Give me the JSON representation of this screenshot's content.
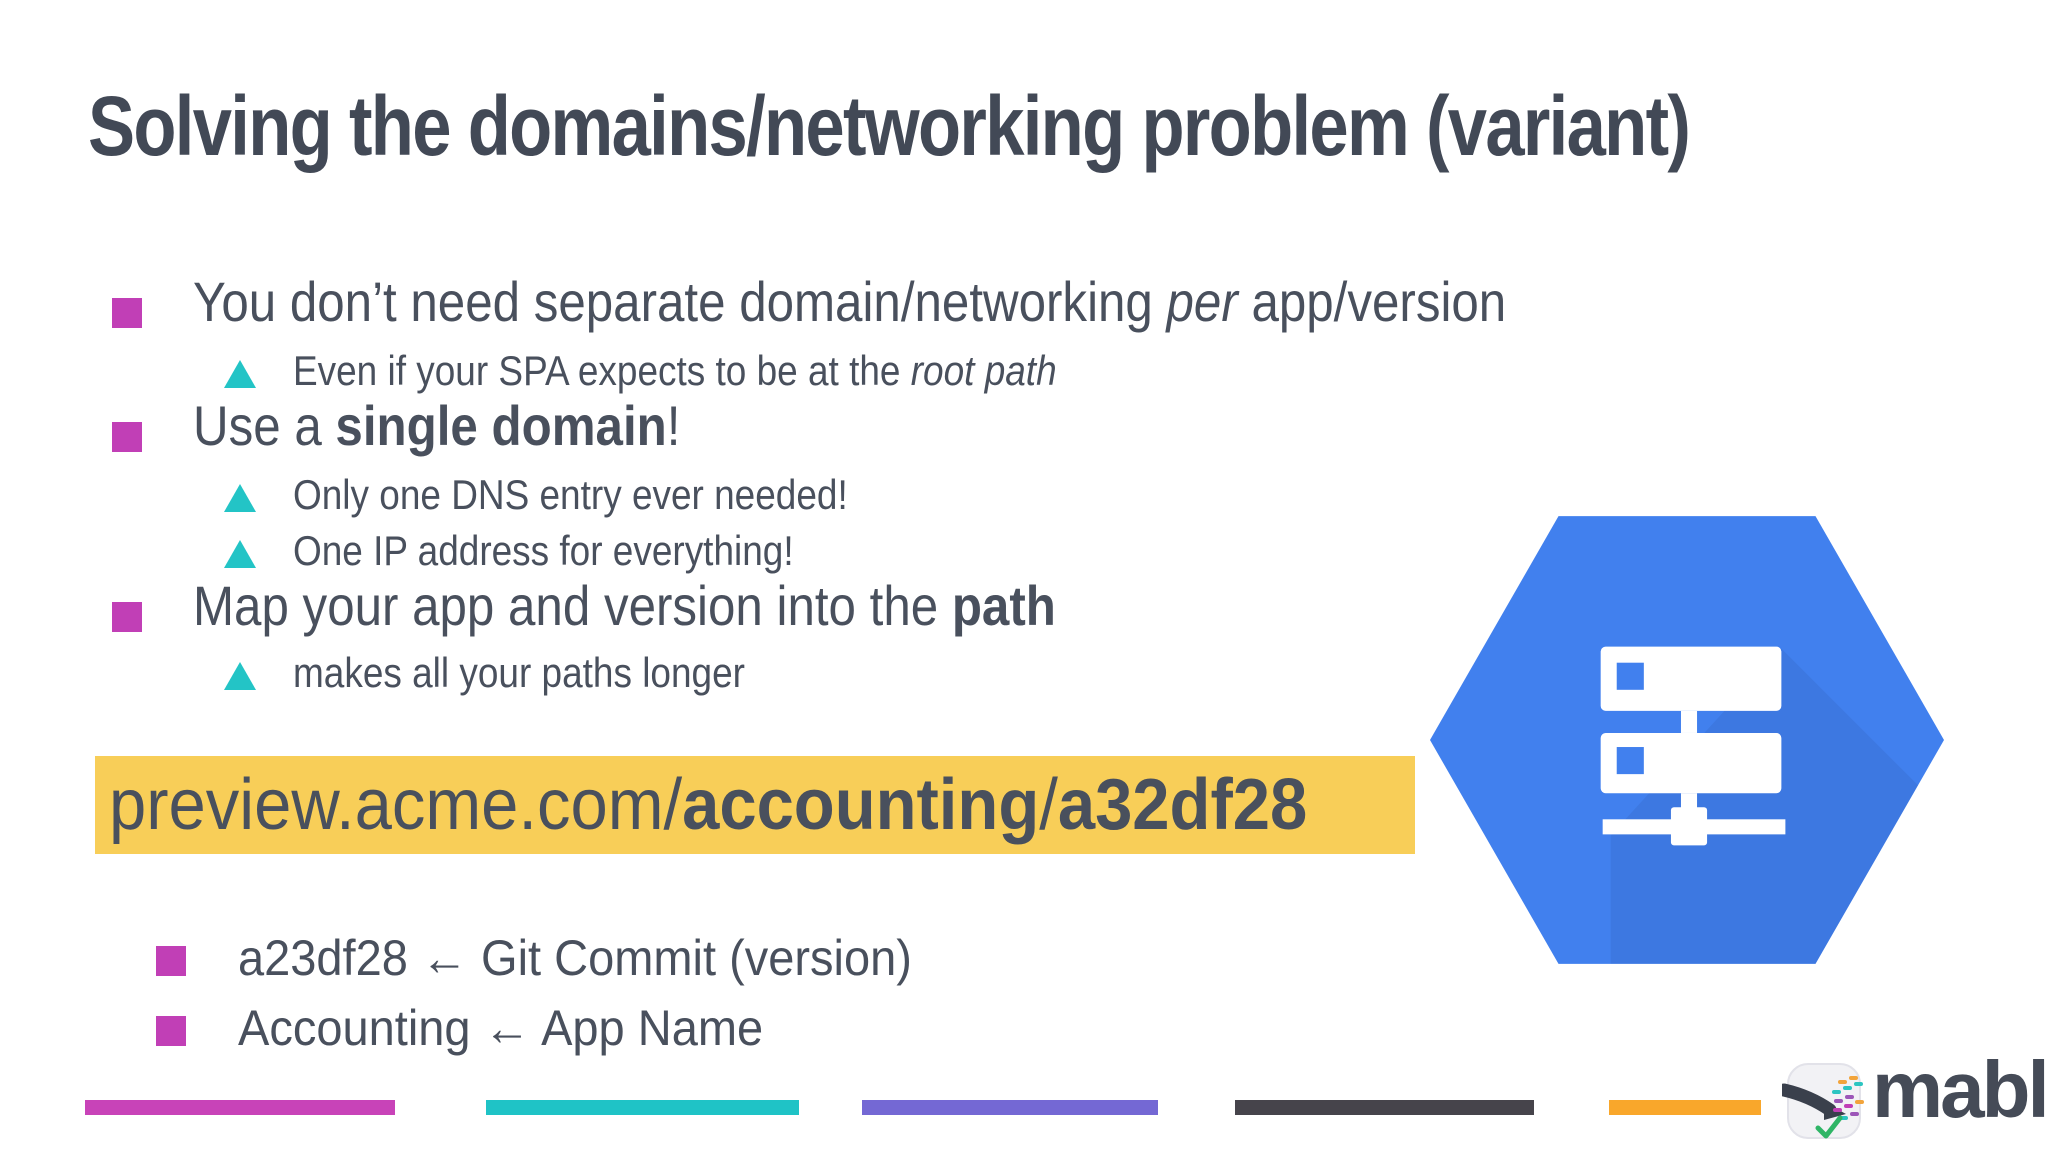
{
  "colors": {
    "ink": "#49505D",
    "titleink": "#424956",
    "magenta": "#C13FB6",
    "teal": "#23C4C6",
    "highlight": "#F8CE58",
    "hexblue": "#4180EE",
    "brandink": "#454B57"
  },
  "slide": {
    "title": "Solving the domains/networking problem (variant)",
    "bullets": [
      {
        "level": 1,
        "pre": "You don’t need separate domain/networking ",
        "em": "per",
        "em_style": "italic",
        "post": " app/version"
      },
      {
        "level": 2,
        "pre": "Even if your SPA expects to be at the ",
        "em": "root path",
        "em_style": "italic",
        "post": ""
      },
      {
        "level": 1,
        "pre": "Use a ",
        "em": "single domain",
        "em_style": "bold",
        "post": "!"
      },
      {
        "level": 2,
        "pre": "Only one DNS entry ever needed!",
        "em": "",
        "em_style": "",
        "post": ""
      },
      {
        "level": 2,
        "pre": "One IP address for everything!",
        "em": "",
        "em_style": "",
        "post": ""
      },
      {
        "level": 1,
        "pre": "Map your app and version into the ",
        "em": "path",
        "em_style": "bold",
        "post": ""
      },
      {
        "level": 2,
        "pre": "makes all your paths longer",
        "em": "",
        "em_style": "",
        "post": ""
      }
    ],
    "url": {
      "host": "preview.acme.com/",
      "app": "accounting",
      "sep": "/",
      "version": "a32df28"
    },
    "notes": [
      {
        "text": "a23df28 ← Git Commit (version)"
      },
      {
        "text": "Accounting ← App Name"
      }
    ]
  },
  "footer": {
    "brand": "mabl",
    "bar_colors": [
      "#C843B8",
      "#1FC3C6",
      "#7468D4",
      "#46444B",
      "#F9A72B"
    ]
  }
}
